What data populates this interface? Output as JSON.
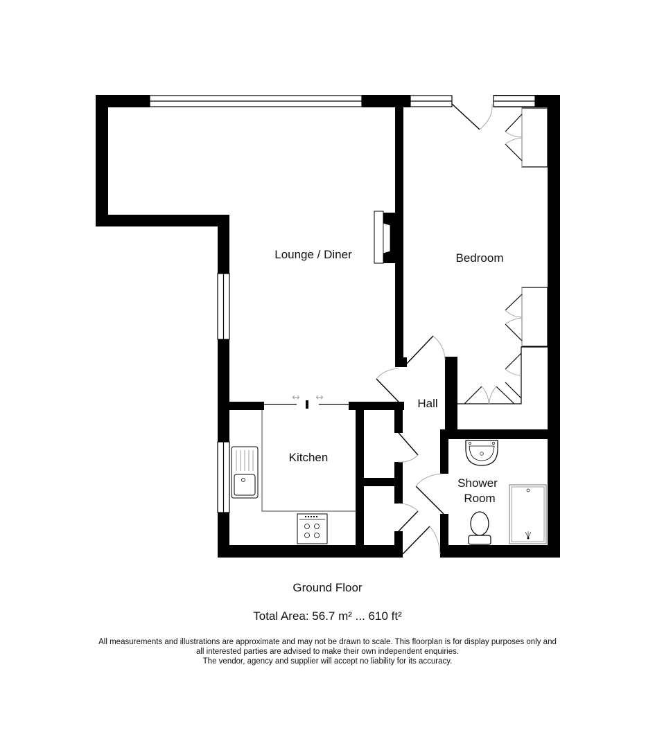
{
  "floorplan": {
    "floor_name": "Ground Floor",
    "total_area": "Total Area: 56.7 m² ... 610 ft²",
    "rooms": [
      {
        "name": "Lounge / Diner"
      },
      {
        "name": "Bedroom"
      },
      {
        "name": "Hall"
      },
      {
        "name": "Kitchen"
      },
      {
        "name": "Shower Room",
        "lines": [
          "Shower",
          "Room"
        ]
      }
    ],
    "fixtures": [
      "fireplace",
      "wardrobes",
      "sink",
      "cooker",
      "wash-basin",
      "toilet",
      "shower-tray",
      "sliding-doors"
    ],
    "colors": {
      "wall": "#000000",
      "fixture_line": "#222222",
      "door_arc": "#aaaaaa",
      "background": "#ffffff"
    }
  },
  "disclaimer": {
    "line1": "All measurements and illustrations are approximate and may not be drawn to scale. This floorplan is for display purposes only and",
    "line2": "all interested parties are advised to make their own independent enquiries.",
    "line3": "The vendor, agency and supplier will accept no liability for its accuracy."
  }
}
